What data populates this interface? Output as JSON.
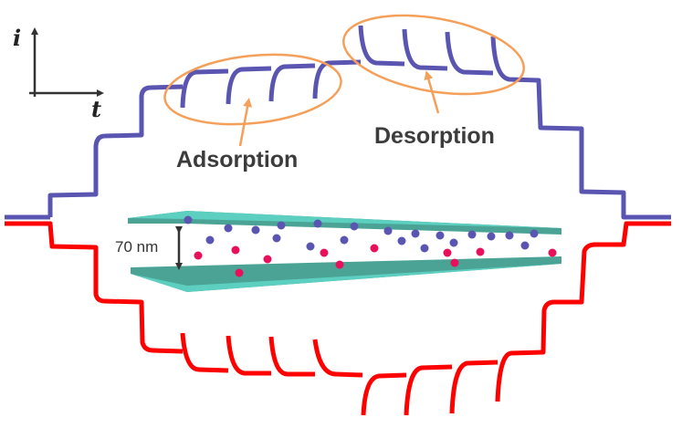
{
  "axes": {
    "y_label": "i",
    "x_label": "t"
  },
  "labels": {
    "adsorption": "Adsorption",
    "desorption": "Desorption",
    "gap": "70 nm"
  },
  "colors": {
    "upper_trace": "#5a55b0",
    "lower_trace": "#ff0000",
    "highlight": "#f5a05a",
    "plate": "#4fb5a8",
    "ion_blue": "#5a55b0",
    "ion_pink": "#e8105a"
  }
}
